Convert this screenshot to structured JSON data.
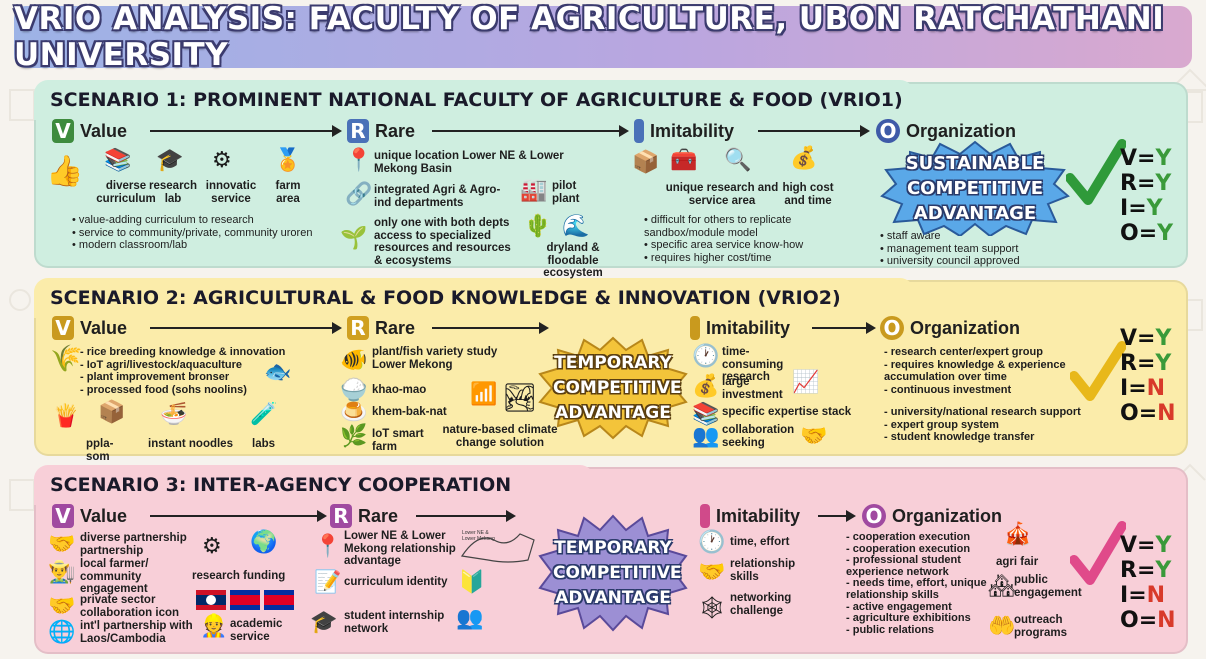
{
  "title": "VRIO ANALYSIS: FACULTY OF AGRICULTURE, UBON RATCHATHANI UNIVERSITY",
  "headers": {
    "v_letter": "V",
    "r_letter": "R",
    "i_letter": "I",
    "o_letter": "O",
    "value": "Value",
    "rare": "Rare",
    "imitability": "Imitability",
    "organization": "Organization"
  },
  "colors": {
    "yes": "#3a9a3a",
    "no": "#d83a2a",
    "panel1": "#cfeee0",
    "panel2": "#fbecaa",
    "panel3": "#f8cfd8"
  },
  "s1": {
    "title": "SCENARIO 1: PROMINENT NATIONAL FACULTY OF AGRICULTURE & FOOD (VRIO1)",
    "value_icons": [
      "diverse curriculum",
      "research lab",
      "innovatic service",
      "farm area"
    ],
    "value_bullets": [
      "value-adding curriculum to research",
      "service to community/private, community uroren",
      "modern classroom/lab"
    ],
    "rare_items": [
      "unique location Lower NE & Lower Mekong Basin",
      "integrated Agri & Agro-ind departments",
      "pilot plant",
      "only one with both depts access to specialized resources and resources & ecosystems",
      "dryland & floodable ecosystem"
    ],
    "imit_icons": [
      "unique research and service area",
      "high cost and time"
    ],
    "imit_bullets": [
      "difficult for others to replicate sandbox/module model",
      "specific area service know-how",
      "requires higher cost/time"
    ],
    "badge": "SUSTAINABLE COMPETITIVE ADVANTAGE",
    "org_bullets": [
      "staff aware",
      "management team support",
      "university council approved"
    ],
    "vrio": [
      {
        "k": "V",
        "v": "Y"
      },
      {
        "k": "R",
        "v": "Y"
      },
      {
        "k": "I",
        "v": "Y"
      },
      {
        "k": "O",
        "v": "Y"
      }
    ]
  },
  "s2": {
    "title": "SCENARIO 2: AGRICULTURAL & FOOD KNOWLEDGE & INNOVATION (VRIO2)",
    "value_dashes": [
      "rice breeding knowledge & innovation",
      "IoT agri/livestock/aquaculture",
      "plant improvement bronser",
      "processed food (sohs noolins)"
    ],
    "value_icons": [
      "ppla-som",
      "instant noodles",
      "labs"
    ],
    "rare_items": [
      "plant/fish variety study Lower Mekong",
      "khao-mao",
      "khem-bak-nat",
      "IoT smart farm",
      "nature-based climate change solution"
    ],
    "badge": "TEMPORARY COMPETITIVE ADVANTAGE",
    "imit_items": [
      "time-consuming research",
      "large investment",
      "specific expertise stack",
      "collaboration seeking"
    ],
    "org_dashes_a": [
      "research center/expert group",
      "requires knowledge & experience accumulation over time",
      "continuous investment"
    ],
    "org_dashes_b": [
      "university/national research support",
      "expert group system",
      "student knowledge transfer"
    ],
    "vrio": [
      {
        "k": "V",
        "v": "Y"
      },
      {
        "k": "R",
        "v": "Y"
      },
      {
        "k": "I",
        "v": "N"
      },
      {
        "k": "O",
        "v": "N"
      }
    ]
  },
  "s3": {
    "title": "SCENARIO 3: INTER-AGENCY COOPERATION",
    "value_items": [
      "diverse partnership partnership",
      "local farmer/ community engagement",
      "private sector collaboration icon",
      "int'l partnership with Laos/Cambodia"
    ],
    "value_icons": [
      "research funding",
      "academic service"
    ],
    "rare_items": [
      "Lower NE & Lower Mekong relationship advantage",
      "curriculum identity",
      "student internship network"
    ],
    "map_label": "Lower NE & Lower Mekong",
    "badge": "TEMPORARY COMPETITIVE ADVANTAGE",
    "imit_items": [
      "time, effort",
      "relationship skills",
      "networking challenge"
    ],
    "org_dashes": [
      "cooperation execution",
      "cooperation execution",
      "professional student experience network",
      "needs time, effort, unique relationship skills",
      "active engagement",
      "agriculture exhibitions",
      "public relations"
    ],
    "org_icons": [
      "agri fair",
      "public engagement",
      "outreach programs"
    ],
    "vrio": [
      {
        "k": "V",
        "v": "Y"
      },
      {
        "k": "R",
        "v": "Y"
      },
      {
        "k": "I",
        "v": "N"
      },
      {
        "k": "O",
        "v": "N"
      }
    ]
  }
}
